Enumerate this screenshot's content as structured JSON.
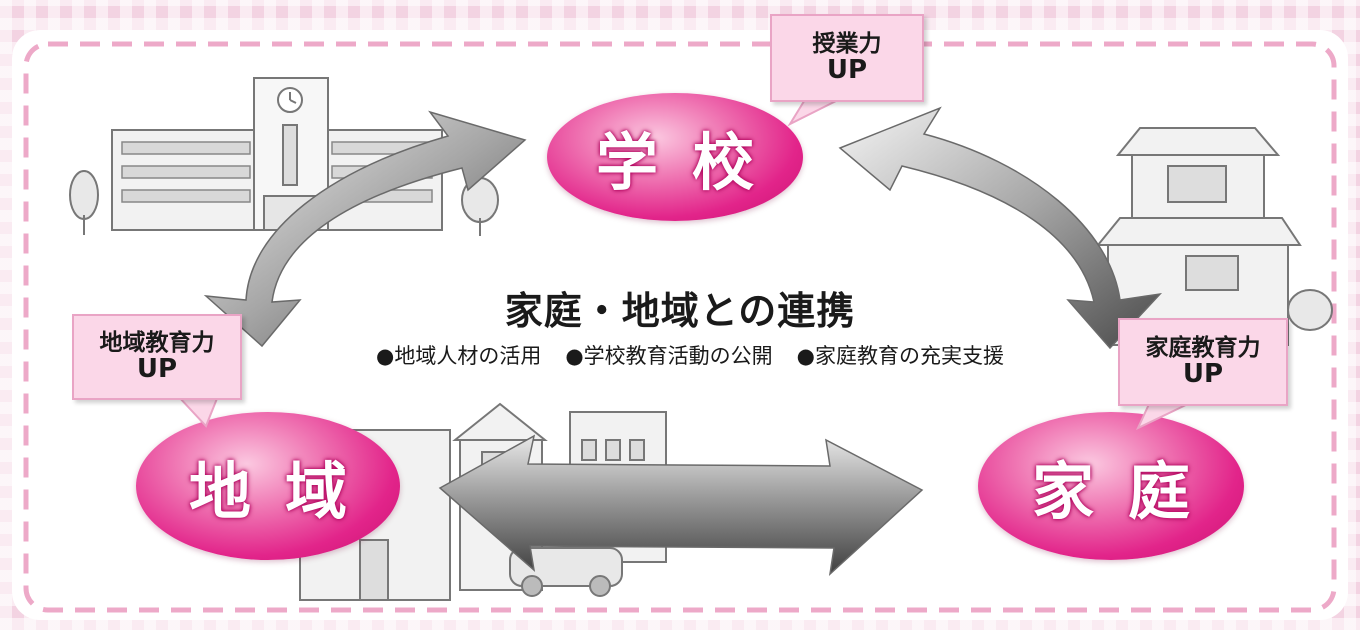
{
  "diagram": {
    "title": "家庭・地域との連携",
    "bullets": [
      "●地域人材の活用",
      "●学校教育活動の公開",
      "●家庭教育の充実支援"
    ],
    "nodes": {
      "school": {
        "label": "学校"
      },
      "community": {
        "label": "地域"
      },
      "home": {
        "label": "家庭"
      }
    },
    "callouts": {
      "school": {
        "line1": "授業力",
        "line2": "UP"
      },
      "community": {
        "line1": "地域教育力",
        "line2": "UP"
      },
      "home": {
        "line1": "家庭教育力",
        "line2": "UP"
      }
    },
    "colors": {
      "node": "#e2248a",
      "callout": "#fbd7e8",
      "border_dash": "#eda9c8",
      "background": "#f3d3e2"
    }
  }
}
